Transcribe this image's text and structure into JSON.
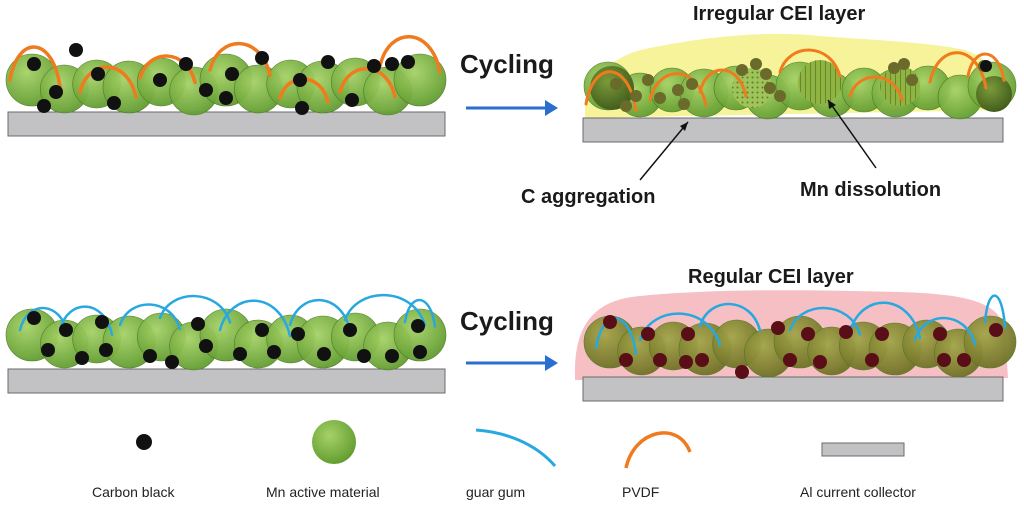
{
  "labels": {
    "cycling_top": "Cycling",
    "cycling_bottom": "Cycling",
    "irregular_cei": "Irregular CEI layer",
    "regular_cei": "Regular CEI layer",
    "c_aggregation": "C aggregation",
    "mn_dissolution": "Mn dissolution"
  },
  "legend": {
    "carbon_black": "Carbon black",
    "mn_active": "Mn active material",
    "guar_gum": "guar gum",
    "pvdf": "PVDF",
    "al_collector": "Al current collector"
  },
  "colors": {
    "collector": "#c2c2c4",
    "mn_green": "#7db544",
    "mn_cycled": "#8a8a3a",
    "carbon": "#111111",
    "carbon_cycled": "#5a0f18",
    "guar_gum": "#28a8e0",
    "pvdf": "#f07a1e",
    "arrow": "#2a6fcf",
    "irregular_cei": "#f4f08a",
    "regular_cei": "#f3b3b8"
  },
  "icons": [
    "arrow-right-icon",
    "carbon-black-icon",
    "mn-particle-icon",
    "guar-gum-icon",
    "pvdf-icon",
    "collector-icon"
  ]
}
